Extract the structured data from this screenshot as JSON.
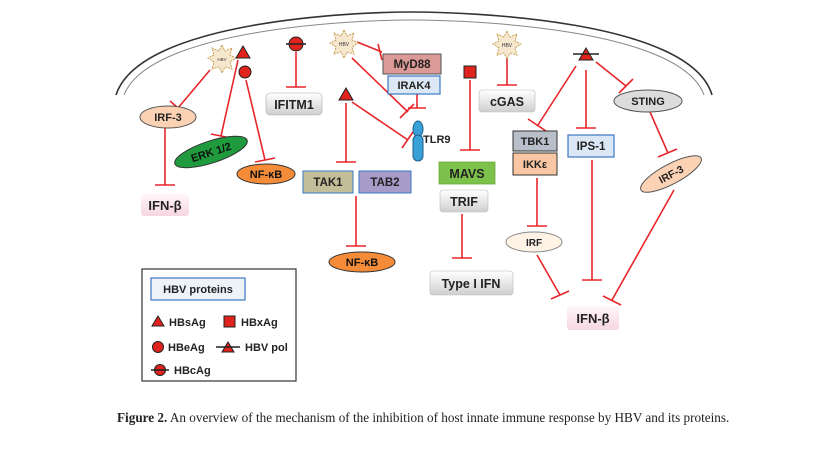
{
  "virus_label": "HBV",
  "nodes": {
    "irf3_left": "IRF-3",
    "erk": "ERK 1/2",
    "nfkb_left": "NF-κB",
    "ifnb_left": "IFN-β",
    "ifitm1": "IFITM1",
    "myd88": "MyD88",
    "irak4": "IRAK4",
    "tlr9": "TLR9",
    "tak1": "TAK1",
    "tab2": "TAB2",
    "nfkb_center": "NF-κB",
    "mavs": "MAVS",
    "trif": "TRIF",
    "type1ifn": "Type I IFN",
    "cgas": "cGAS",
    "tbk1": "TBK1",
    "ikke": "IKKε",
    "irf": "IRF",
    "ips1": "IPS-1",
    "sting": "STING",
    "irf3_right": "IRF-3",
    "ifnb_right": "IFN-β"
  },
  "legend": {
    "title": "HBV proteins",
    "hbsag": "HBsAg",
    "hbxag": "HBxAg",
    "hbeag": "HBeAg",
    "hbvpol": "HBV pol",
    "hbcag": "HBcAg"
  },
  "caption": {
    "label": "Figure 2.",
    "text": " An overview of the mechanism of the inhibition of host innate immune response by HBV and its proteins."
  },
  "colors": {
    "inhibit_line": "#e8262a",
    "irf3_fill": "#fbd3b4",
    "erk_fill": "#1f9a3c",
    "nfkb_fill": "#f58c3a",
    "ifnb_fill": "#fde9ef",
    "myd88_fill": "#dc9a96",
    "irak4_fill": "#dce8f5",
    "tlr9_fill": "#3aa0d8",
    "tak1_fill": "#c3be9a",
    "tab2_fill": "#a79cc9",
    "mavs_fill": "#7cc14a",
    "box_blue_border": "#3b78c4",
    "tbk1_fill": "#b9bfc8",
    "ikke_fill": "#f9c7a3",
    "ips1_fill": "#dbe7f5",
    "gray_box_fill": "#e6e6e6",
    "symbol_red": "#e0231c",
    "star_fill": "#f6e8cf",
    "star_stroke": "#c8a05a"
  }
}
